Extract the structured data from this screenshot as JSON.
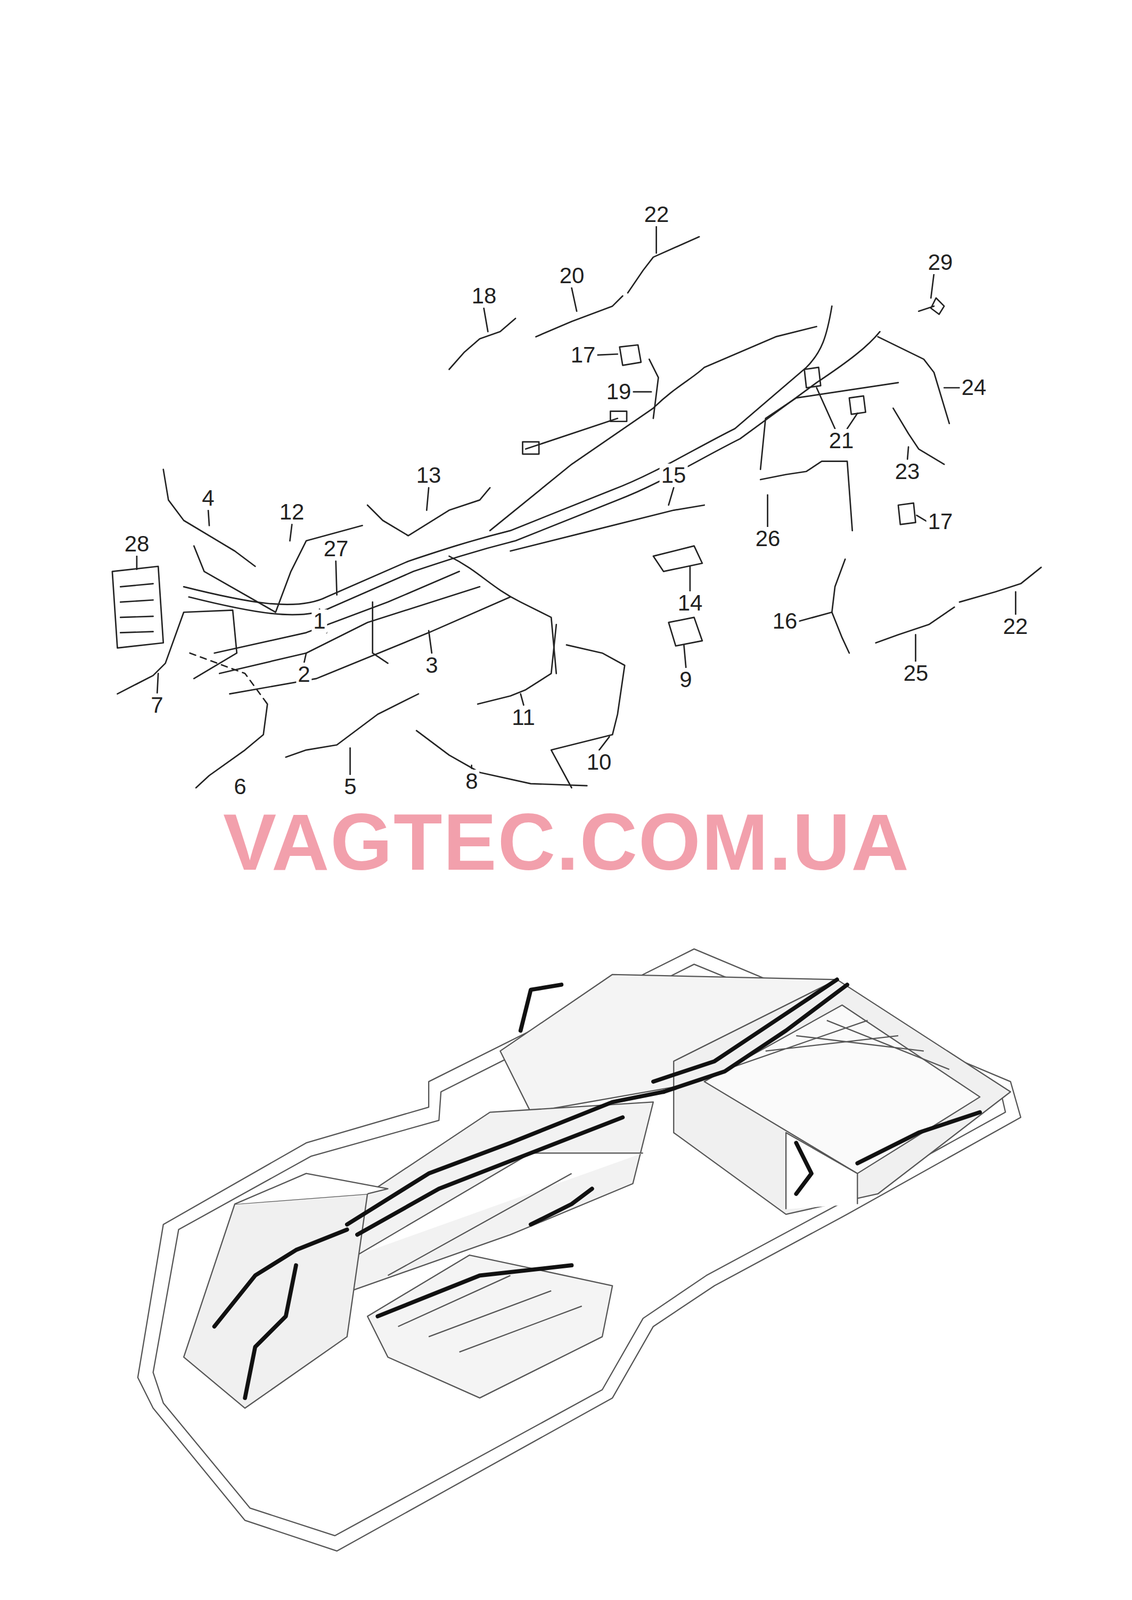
{
  "diagram": {
    "labels": [
      "22",
      "20",
      "18",
      "29",
      "17",
      "19",
      "24",
      "21",
      "13",
      "15",
      "4",
      "12",
      "23",
      "17",
      "26",
      "28",
      "27",
      "14",
      "1",
      "16",
      "22",
      "2",
      "3",
      "9",
      "25",
      "7",
      "11",
      "10",
      "5",
      "6",
      "8",
      "VAGTEC.COM.UA"
    ]
  }
}
